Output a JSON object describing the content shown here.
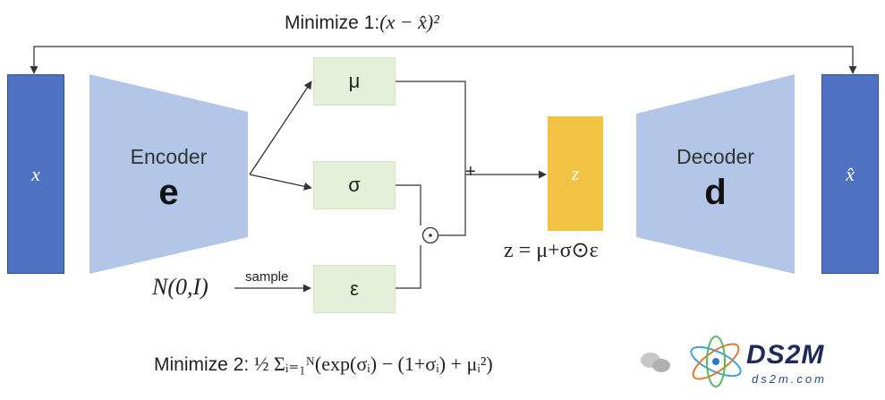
{
  "top_loss": {
    "label": "Minimize 1:",
    "formula": "(x − x̂)²"
  },
  "input_bar": {
    "symbol": "x"
  },
  "output_bar": {
    "symbol": "x̂"
  },
  "encoder": {
    "name": "Encoder",
    "symbol": "e"
  },
  "decoder": {
    "name": "Decoder",
    "symbol": "d"
  },
  "mu_box": {
    "label": "μ"
  },
  "sigma_box": {
    "label": "σ"
  },
  "eps_box": {
    "label": "ε"
  },
  "z_box": {
    "label": "z"
  },
  "noise_source": {
    "label": "N(0,I)"
  },
  "sample_label": "sample",
  "plus_sign": "+",
  "odot_sign": "⊙",
  "z_equation": "z = μ+σ⊙ε",
  "bottom_loss": {
    "label": "Minimize 2:",
    "formula": "½ Σᵢ₌₁ᴺ(exp(σᵢ) − (1+σᵢ) + μᵢ²)"
  },
  "watermark": {
    "brand": "DS2M",
    "url": "ds2m.com"
  },
  "colors": {
    "bar": "#4f72c2",
    "trapezoid": "#b4c6e7",
    "green_box": "#e5f0d9",
    "z_box": "#f2c244",
    "line": "#333333"
  }
}
